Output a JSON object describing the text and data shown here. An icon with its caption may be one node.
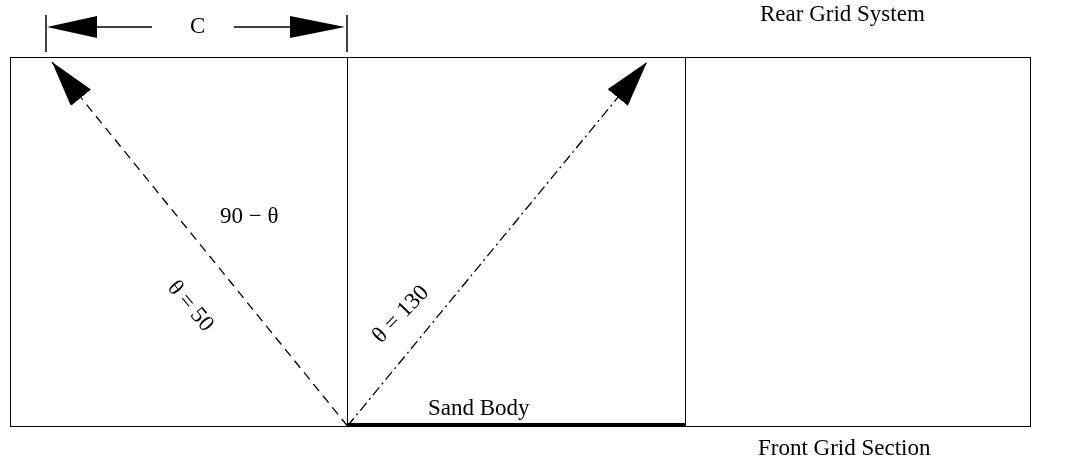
{
  "diagram": {
    "nodes": [
      {
        "text": [],
        "shape": "box"
      },
      {
        "text": [
          "Sand Body"
        ]
      },
      {
        "text": [],
        "shape": "box"
      }
    ],
    "edges": [
      {
        "from": 1,
        "to": 0,
        "arrow": "to",
        "label": "θ = 50",
        "style": "dashed"
      },
      {
        "from": 0,
        "to": 1,
        "arrow": "to",
        "label": "θ = 130",
        "style": "dashed"
      }
    ],
    "labels": [
      "C",
      "Rear Grid System",
      "90 − θ",
      "Front Grid Section"
    ]
  }
}
